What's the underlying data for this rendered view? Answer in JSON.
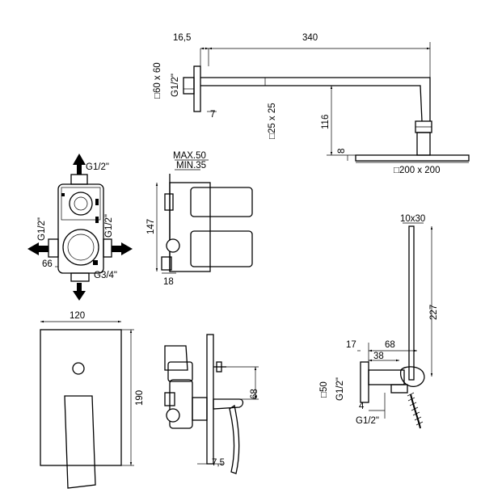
{
  "dimensions": {
    "shower_arm": {
      "flange_offset": "16,5",
      "arm_length": "340",
      "wall_plate": "□60 x 60",
      "thread": "G1/2\"",
      "wall_gap": "7",
      "arm_section": "□25 x 25",
      "drop": "116",
      "head_thickness": "8",
      "head_size": "□200 x 200"
    },
    "valve_body": {
      "top_thread": "G1/2\"",
      "left_thread": "G1/2\"",
      "right_thread": "G1/2\"",
      "bottom_thread": "G3/4\"",
      "bottom_offset": "66"
    },
    "valve_side": {
      "depth_max": "MAX.50",
      "depth_min": "MIN.35",
      "height": "147",
      "base": "18"
    },
    "hand_shower": {
      "rail_section": "10x30",
      "rail_length": "227",
      "outlet_offset": "17",
      "outlet_length": "68",
      "outlet_spacing": "38",
      "plate_size": "□50",
      "thread_top": "G1/2\"",
      "gap": "4",
      "thread_bottom": "G1/2\""
    },
    "cover_plate": {
      "width": "120",
      "height": "190"
    },
    "mixer_side": {
      "lever_height": "68",
      "plate_thickness": "7,5"
    }
  }
}
